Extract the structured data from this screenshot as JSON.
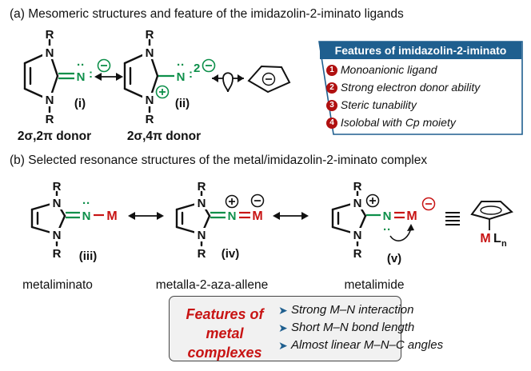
{
  "section_a": {
    "title": "(a) Mesomeric structures and feature of the imidazolin-2-iminato ligands",
    "substituent": "R",
    "label_i": "(i)",
    "label_ii": "(ii)",
    "donor_i": "2σ,2π donor",
    "donor_ii": "2σ,4π donor",
    "charge_i": "⊖",
    "charge_ii_prefix": "2",
    "charge_ii": "⊖",
    "plus": "⊕"
  },
  "features": {
    "title": "Features of imidazolin-2-iminato",
    "items": [
      {
        "num": "1",
        "text": "Monoanionic ligand"
      },
      {
        "num": "2",
        "text": "Strong electron donor ability"
      },
      {
        "num": "3",
        "text": "Steric tunability"
      },
      {
        "num": "4",
        "text": "Isolobal with Cp moiety"
      }
    ]
  },
  "section_b": {
    "title": "(b) Selected resonance structures of the metal/imidazolin-2-iminato complex",
    "metal": "M",
    "label_iii": "(iii)",
    "label_iv": "(iv)",
    "label_v": "(v)",
    "name_iii": "metaliminato",
    "name_iv": "metalla-2-aza-allene",
    "name_v": "metalimide",
    "ligand_sub": "n",
    "ligand_l": "L"
  },
  "metal_complexes": {
    "title": "Features of metal complexes",
    "items": [
      "Strong M–N interaction",
      "Short M–N bond length",
      "Almost linear M–N–C angles"
    ]
  },
  "colors": {
    "green": "#0d8f4a",
    "red": "#c81414",
    "blue": "#1f5f8f",
    "dark_red": "#b01010"
  }
}
